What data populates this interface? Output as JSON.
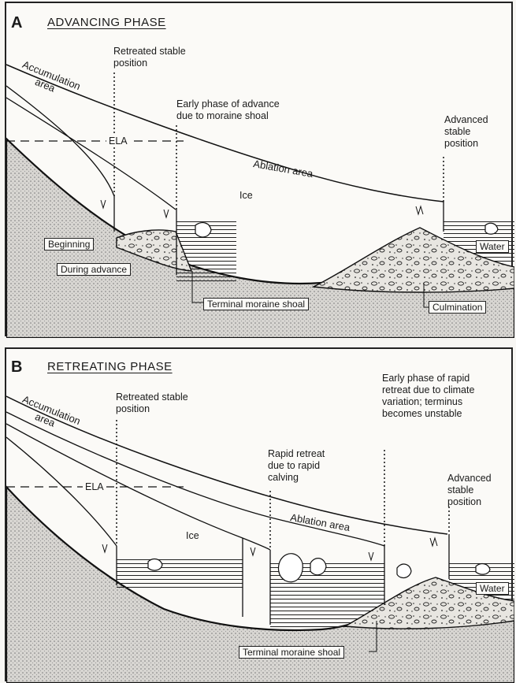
{
  "panel_a": {
    "letter": "A",
    "title": "ADVANCING PHASE",
    "accumulation_line1": "Accumulation",
    "accumulation_line2": "area",
    "retreated_stable": "Retreated stable\nposition",
    "early_phase": "Early phase of advance\ndue to moraine shoal",
    "advanced_stable": "Advanced\nstable\nposition",
    "ela": "ELA",
    "ablation": "Ablation area",
    "ice": "Ice",
    "beginning": "Beginning",
    "during_advance": "During advance",
    "water": "Water",
    "terminal_shoal": "Terminal moraine shoal",
    "culmination": "Culmination"
  },
  "panel_b": {
    "letter": "B",
    "title": "RETREATING PHASE",
    "accumulation_line1": "Accumulation",
    "accumulation_line2": "area",
    "retreated_stable": "Retreated stable\nposition",
    "early_phase": "Early phase of rapid\nretreat due to climate\nvariation; terminus\nbecomes unstable",
    "rapid_retreat": "Rapid retreat\ndue to rapid\ncalving",
    "advanced_stable": "Advanced\nstable\nposition",
    "ela": "ELA",
    "ablation": "Ablation area",
    "ice": "Ice",
    "water": "Water",
    "terminal_shoal": "Terminal moraine shoal"
  }
}
